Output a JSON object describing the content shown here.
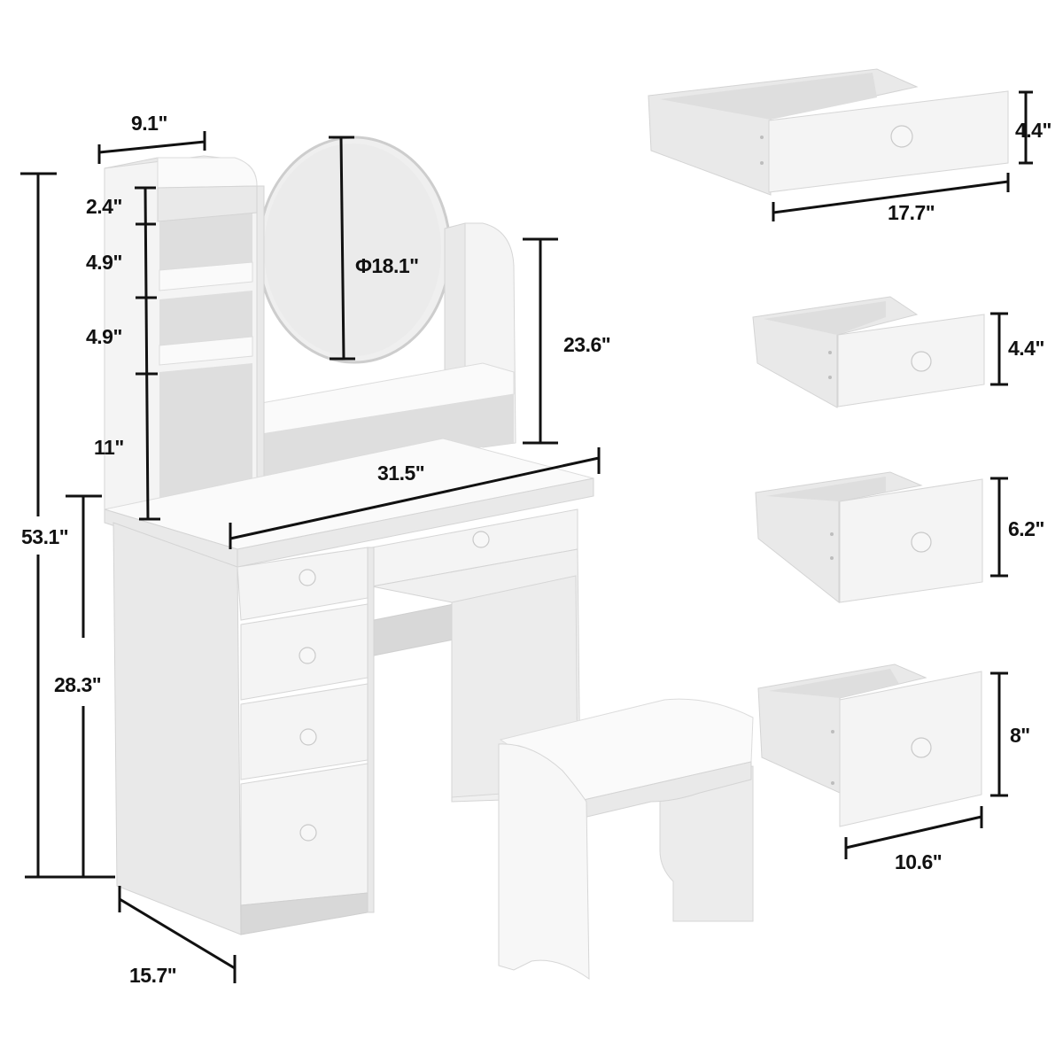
{
  "diagram": {
    "subject": "Vanity desk with mirror, side shelves, 5 drawers and stool",
    "vanity": {
      "shelf_width": "9.1\"",
      "shelf_heights": [
        "2.4\"",
        "4.9\"",
        "4.9\"",
        "11\""
      ],
      "mirror_diameter": "Φ18.1\"",
      "hutch_height": "23.6\"",
      "desk_width": "31.5\"",
      "total_height": "53.1\"",
      "desk_height": "28.3\"",
      "depth": "15.7\""
    },
    "drawers": [
      {
        "name": "wide-drawer",
        "height": "4.4\"",
        "width": "17.7\""
      },
      {
        "name": "small-drawer-1",
        "height": "4.4\""
      },
      {
        "name": "small-drawer-2",
        "height": "6.2\""
      },
      {
        "name": "small-drawer-3",
        "height": "8\"",
        "width": "10.6\""
      }
    ],
    "colors": {
      "background": "#ffffff",
      "furniture": "#f4f4f4",
      "dimension_lines": "#111111"
    }
  }
}
